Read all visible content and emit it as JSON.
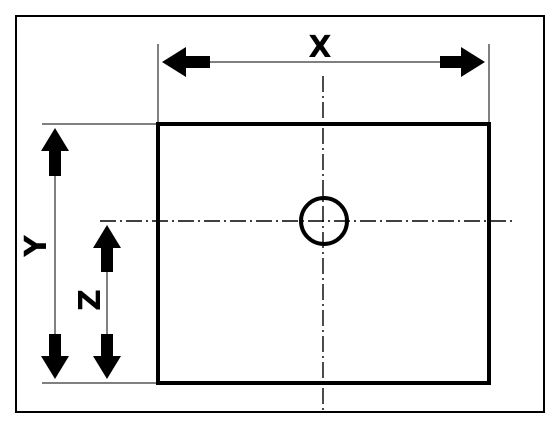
{
  "labels": {
    "x": "X",
    "y": "Y",
    "z": "Z"
  },
  "colors": {
    "ink": "#000000",
    "background": "#ffffff"
  },
  "icons": {
    "hole": "circle-hole-icon",
    "arrow": "dimension-arrow-icon"
  }
}
